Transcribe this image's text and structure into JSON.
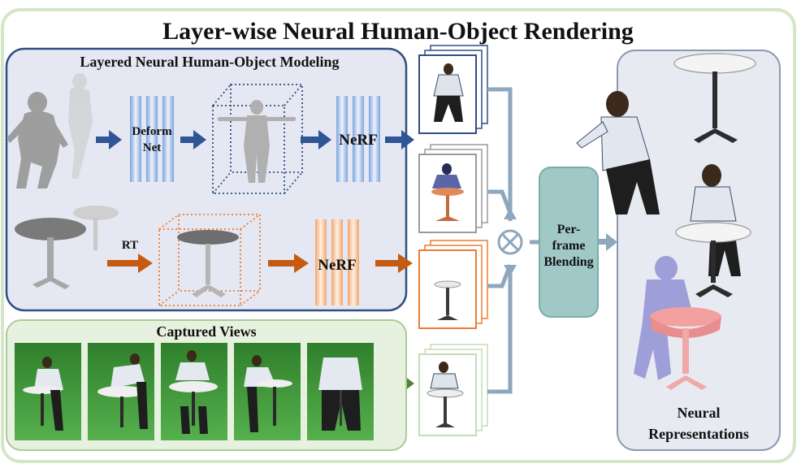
{
  "title": "Layer-wise Neural Human-Object Rendering",
  "modeling_panel": {
    "title": "Layered Neural Human-Object Modeling",
    "deform_net_line1": "Deform",
    "deform_net_line2": "Net",
    "nerf_human": "NeRF",
    "rt_label": "RT",
    "nerf_object": "NeRF"
  },
  "captured_panel": {
    "title": "Captured Views"
  },
  "blending": {
    "line1": "Per-",
    "line2": "frame",
    "line3": "Blending"
  },
  "neural_panel": {
    "line1": "Neural",
    "line2": "Representations"
  },
  "colors": {
    "outer_border": "#d5e6c8",
    "modeling_fill": "#e5e8f2",
    "modeling_border": "#2f4f85",
    "captured_fill": "#e7f1df",
    "captured_border": "#a9cc96",
    "neural_fill": "#e7eaf1",
    "neural_border": "#8b97b3",
    "blend_fill": "#9fc8c6",
    "blend_border": "#79adab",
    "blue_arrow": "#2f5596",
    "orange_arrow": "#c55a11",
    "green_arrow": "#548235",
    "gray_arrow": "#8ea7bd",
    "blue_block": "#8fb1e5",
    "orange_block": "#f3b27a",
    "green_screen": "#3e9a3a"
  }
}
